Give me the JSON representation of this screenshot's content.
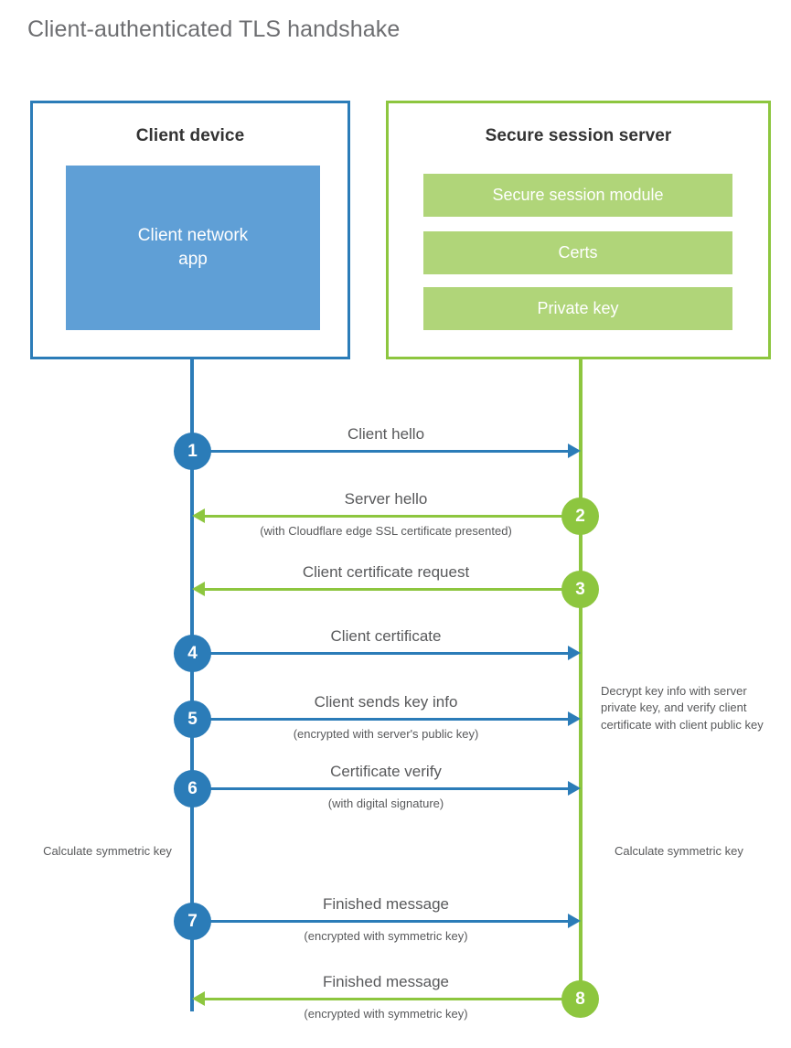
{
  "title": "Client-authenticated TLS handshake",
  "colors": {
    "client_blue": "#2b7cb8",
    "client_app_blue": "#5f9fd6",
    "server_green": "#8dc63f",
    "server_bar_green": "#b0d579",
    "text_gray": "#58595b",
    "title_gray": "#6d6e71"
  },
  "client": {
    "title": "Client device",
    "app_label": "Client network\napp"
  },
  "server": {
    "title": "Secure session server",
    "bars": [
      "Secure session module",
      "Certs",
      "Private key"
    ]
  },
  "steps": [
    {
      "number": "1",
      "label": "Client hello",
      "sublabel": "",
      "direction": "right"
    },
    {
      "number": "2",
      "label": "Server hello",
      "sublabel": "(with Cloudflare edge SSL certificate presented)",
      "direction": "left"
    },
    {
      "number": "3",
      "label": "Client certificate request",
      "sublabel": "",
      "direction": "left"
    },
    {
      "number": "4",
      "label": "Client certificate",
      "sublabel": "",
      "direction": "right"
    },
    {
      "number": "5",
      "label": "Client sends key info",
      "sublabel": "(encrypted with server's public key)",
      "direction": "right"
    },
    {
      "number": "6",
      "label": "Certificate verify",
      "sublabel": "(with digital signature)",
      "direction": "right"
    },
    {
      "number": "7",
      "label": "Finished message",
      "sublabel": "(encrypted with symmetric key)",
      "direction": "right"
    },
    {
      "number": "8",
      "label": "Finished message",
      "sublabel": "(encrypted with symmetric key)",
      "direction": "left"
    }
  ],
  "notes": {
    "decrypt": "Decrypt key info with server private key, and verify client certificate with client public key",
    "calculate_client": "Calculate symmetric key",
    "calculate_server": "Calculate symmetric key"
  }
}
